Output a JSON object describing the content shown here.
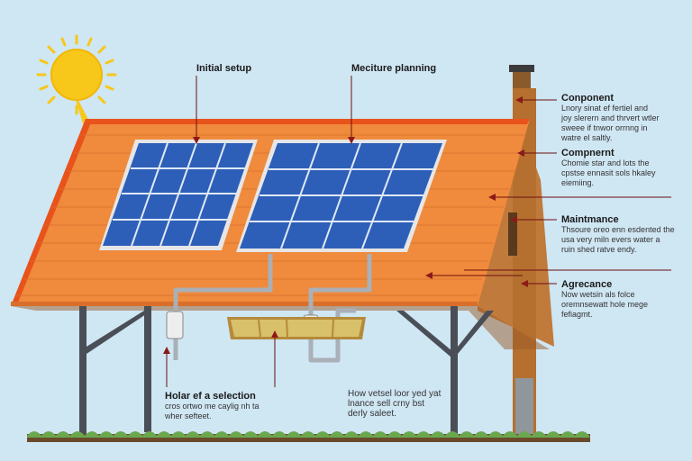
{
  "colors": {
    "sky": "#cfe6f3",
    "sun": "#f7c71a",
    "roof": "#f08a3c",
    "roof_edge": "#e8531c",
    "wall": "#b87333",
    "panel": "#2d5fb8",
    "frame": "#e6e6e6",
    "pole": "#4a4f57",
    "grass": "#6aa84f",
    "arrow": "#8b1a1a"
  },
  "labels": {
    "initial_setup": "Initial setup",
    "meciture_planning": "Meciture planning",
    "component_1": {
      "title": "Conponent",
      "lines": [
        "Lnory sinat ef fertiel and",
        "joy slerern and thrvert wtler",
        "sweee if tnwor orrnng in",
        "watre el saltly."
      ]
    },
    "component_2": {
      "title": "Compnernt",
      "lines": [
        "Chomie star and lots the",
        "cpstse ennasit sols hkaley",
        "eiemiing."
      ]
    },
    "maintenance": {
      "title": "Maintmance",
      "lines": [
        "Thsoure oreo enn esdented the",
        "usa very miln evers water a",
        "ruin shed ratve endy."
      ]
    },
    "agrecance": {
      "title": "Agrecance",
      "lines": [
        "Now wetsin als folce",
        "oremnsewatt hole mege",
        "fefiagmt."
      ]
    },
    "holar": {
      "title": "Holar ef a selection",
      "lines": [
        "cros ortwo me caylig nh ta",
        "wher sefteet."
      ]
    },
    "bottom_note": {
      "lines": [
        "How vetsel loor yed yat",
        "lnance sell crny bst",
        "derly saleet."
      ]
    }
  }
}
